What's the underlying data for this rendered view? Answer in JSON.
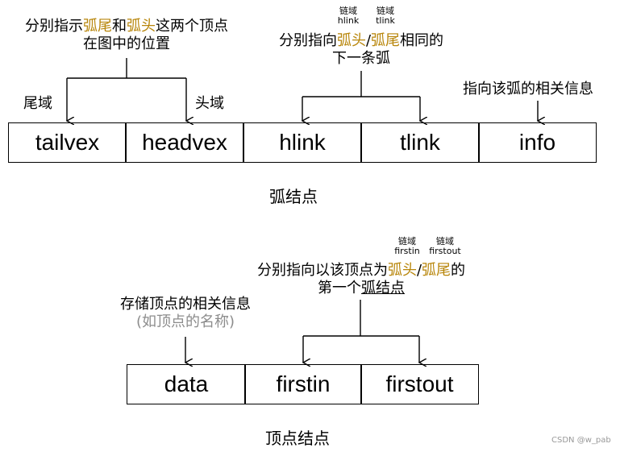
{
  "arc_node": {
    "caption": "弧结点",
    "fields": [
      "tailvex",
      "headvex",
      "hlink",
      "tlink",
      "info"
    ],
    "vex_desc": {
      "l1_a": "分别指示",
      "l1_b": "弧尾",
      "l1_c": "和",
      "l1_d": "弧头",
      "l1_e": "这两个顶点",
      "l2": "在图中的位置"
    },
    "tail_label": "尾域",
    "head_label": "头域",
    "link_tags": [
      {
        "cn": "链域",
        "en": "hlink"
      },
      {
        "cn": "链域",
        "en": "tlink"
      }
    ],
    "link_desc": {
      "l1_a": "分别指向",
      "l1_b": "弧头",
      "l1_c": "/",
      "l1_d": "弧尾",
      "l1_e": "相同的",
      "l2": "下一条弧"
    },
    "info_desc": "指向该弧的相关信息"
  },
  "vertex_node": {
    "caption": "顶点结点",
    "fields": [
      "data",
      "firstin",
      "firstout"
    ],
    "data_desc": {
      "l1": "存储顶点的相关信息",
      "l2": "(如顶点的名称)"
    },
    "link_tags": [
      {
        "cn": "链域",
        "en": "firstin"
      },
      {
        "cn": "链域",
        "en": "firstout"
      }
    ],
    "first_desc": {
      "l1_a": "分别指向以该顶点为",
      "l1_b": "弧头",
      "l1_c": "/",
      "l1_d": "弧尾",
      "l1_e": "的",
      "l2_a": "第一个",
      "l2_b": "弧结点"
    }
  },
  "watermark": "CSDN @w_pab",
  "colors": {
    "highlight": "#b8860b",
    "gray": "#8c8c8c"
  }
}
